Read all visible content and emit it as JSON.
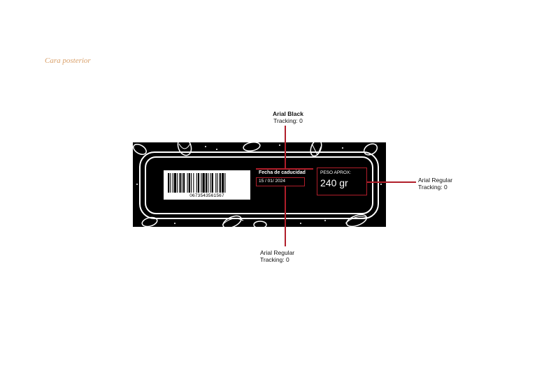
{
  "page": {
    "title": "Cara posterior"
  },
  "annotations": {
    "top": {
      "font": "Arial Black",
      "tracking": "Tracking: 0"
    },
    "right": {
      "font": "Arial Regular",
      "tracking": "Tracking: 0"
    },
    "bottom": {
      "font": "Arial Regular",
      "tracking": "Tracking: 0"
    }
  },
  "label": {
    "barcode_number": "0673543561567",
    "expiry_title": "Fecha de caducidad",
    "expiry_date": "15 / 01/ 2024",
    "weight_caption": "PESO APROX:",
    "weight_value": "240 gr"
  },
  "colors": {
    "accent": "#b01e2a",
    "label_background": "#000000",
    "title": "#d9a06a"
  }
}
